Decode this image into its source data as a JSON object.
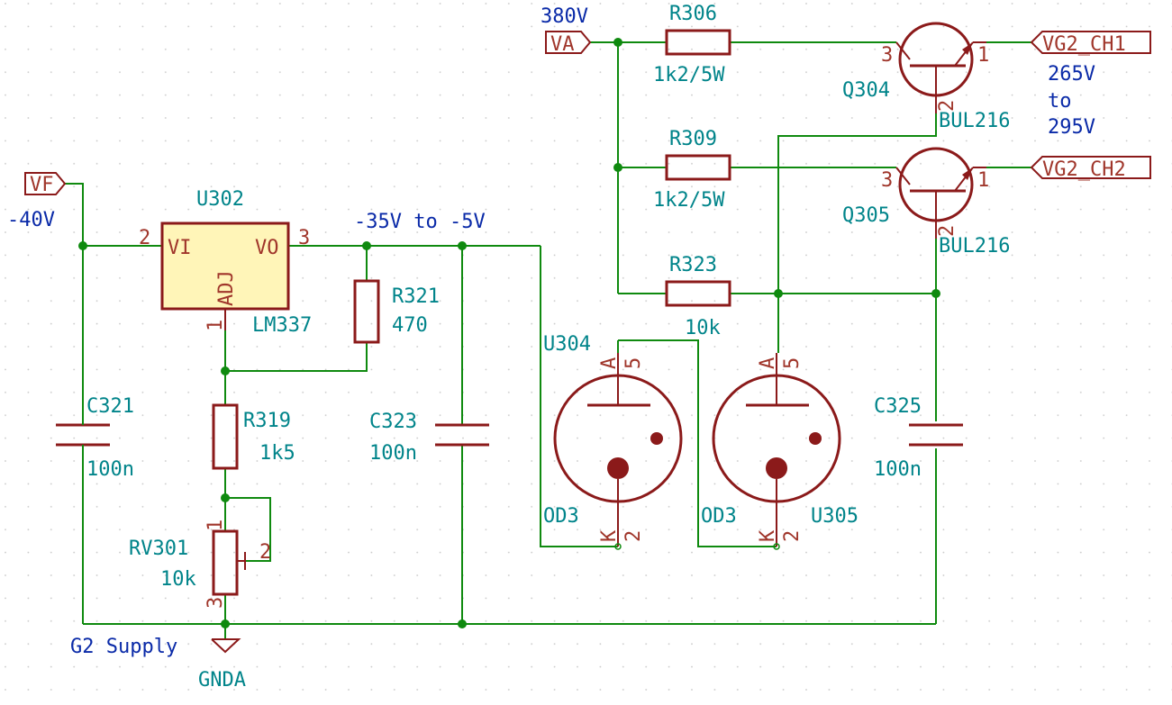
{
  "colors": {
    "wire": "#0f8a0f",
    "component": "#8b1a1a",
    "component_fill": "#fff5b8",
    "reference": "#00848a",
    "pin": "#a0362b",
    "net_label": "#0a2aa8",
    "grid_dot": "#c8c8c8"
  },
  "labels": {
    "vf_port": "VF",
    "vf_voltage": "-40V",
    "va_port": "VA",
    "va_voltage": "380V",
    "vg2_ch1": "VG2_CH1",
    "vg2_ch2": "VG2_CH2",
    "vg2_range_1": "265V",
    "vg2_range_2": "to",
    "vg2_range_3": "295V",
    "reg_out_voltage": "-35V to -5V",
    "sheet_label": "G2 Supply",
    "gnd": "GNDA"
  },
  "components": {
    "u302": {
      "ref": "U302",
      "value": "LM337",
      "pin_vi": "VI",
      "pin_vo": "VO",
      "pin_adj": "ADJ",
      "pin2": "2",
      "pin3": "3",
      "pin1": "1"
    },
    "r321": {
      "ref": "R321",
      "value": "470"
    },
    "r319": {
      "ref": "R319",
      "value": "1k5"
    },
    "rv301": {
      "ref": "RV301",
      "value": "10k",
      "pin1": "1",
      "pin2": "2",
      "pin3": "3"
    },
    "c321": {
      "ref": "C321",
      "value": "100n"
    },
    "c323": {
      "ref": "C323",
      "value": "100n"
    },
    "c325": {
      "ref": "C325",
      "value": "100n"
    },
    "r306": {
      "ref": "R306",
      "value": "1k2/5W"
    },
    "r309": {
      "ref": "R309",
      "value": "1k2/5W"
    },
    "r323": {
      "ref": "R323",
      "value": "10k"
    },
    "q304": {
      "ref": "Q304",
      "value": "BUL216",
      "pin1": "1",
      "pin2": "2",
      "pin3": "3"
    },
    "q305": {
      "ref": "Q305",
      "value": "BUL216",
      "pin1": "1",
      "pin2": "2",
      "pin3": "3"
    },
    "u304": {
      "ref": "U304",
      "value": "OD3",
      "pin_a": "A",
      "pin_k": "K",
      "pin5": "5",
      "pin2": "2"
    },
    "u305": {
      "ref": "U305",
      "value": "OD3",
      "pin_a": "A",
      "pin_k": "K",
      "pin5": "5",
      "pin2": "2"
    }
  }
}
